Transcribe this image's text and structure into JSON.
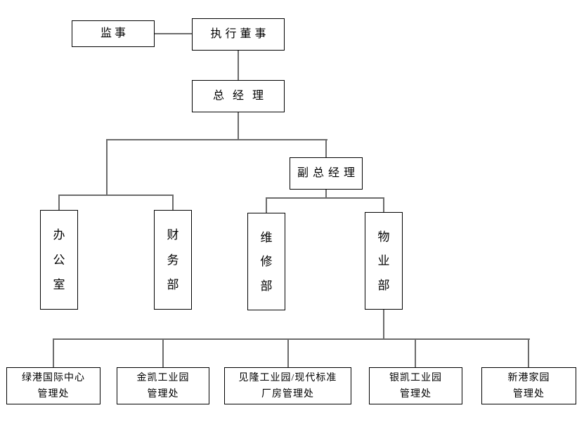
{
  "diagram": {
    "type": "org-chart",
    "background_color": "#ffffff",
    "box_border_color": "#000000",
    "connector_color": "#6b6b6b",
    "nodes": {
      "supervisor": {
        "label": "监事"
      },
      "executive_director": {
        "label": "执行董事"
      },
      "general_manager": {
        "label": "总经理"
      },
      "deputy_general_manager": {
        "label": "副总经理"
      },
      "office": {
        "label": "办公室",
        "orientation": "vertical"
      },
      "finance_dept": {
        "label": "财务部",
        "orientation": "vertical"
      },
      "maintenance_dept": {
        "label": "维修部",
        "orientation": "vertical"
      },
      "property_dept": {
        "label": "物业部",
        "orientation": "vertical"
      },
      "lvgang_office": {
        "label": "绿港国际中心管理处",
        "lines": [
          "绿港国际中心",
          "管理处"
        ]
      },
      "jinkai_office": {
        "label": "金凯工业园管理处",
        "lines": [
          "金凯工业园",
          "管理处"
        ]
      },
      "jianlong_office": {
        "label": "见隆工业园/现代标准厂房管理处",
        "lines": [
          "见隆工业园/现代标准",
          "厂房管理处"
        ]
      },
      "yinkai_office": {
        "label": "银凯工业园管理处",
        "lines": [
          "银凯工业园",
          "管理处"
        ]
      },
      "xingang_office": {
        "label": "新港家园管理处",
        "lines": [
          "新港家园",
          "管理处"
        ]
      }
    },
    "edges": [
      {
        "from": "supervisor",
        "to": "executive_director"
      },
      {
        "from": "executive_director",
        "to": "general_manager"
      },
      {
        "from": "general_manager",
        "to": "office"
      },
      {
        "from": "general_manager",
        "to": "finance_dept"
      },
      {
        "from": "general_manager",
        "to": "deputy_general_manager"
      },
      {
        "from": "deputy_general_manager",
        "to": "maintenance_dept"
      },
      {
        "from": "deputy_general_manager",
        "to": "property_dept"
      },
      {
        "from": "property_dept",
        "to": "lvgang_office"
      },
      {
        "from": "property_dept",
        "to": "jinkai_office"
      },
      {
        "from": "property_dept",
        "to": "jianlong_office"
      },
      {
        "from": "property_dept",
        "to": "yinkai_office"
      },
      {
        "from": "property_dept",
        "to": "xingang_office"
      }
    ]
  }
}
